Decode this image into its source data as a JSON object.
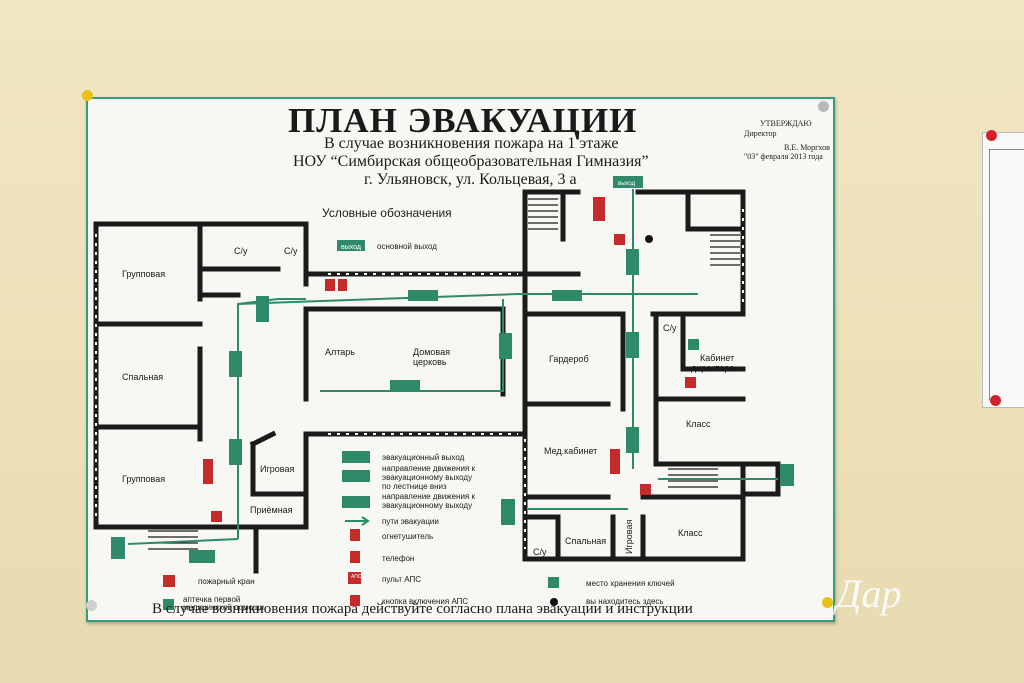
{
  "plan": {
    "title": "ПЛАН ЭВАКУАЦИИ",
    "subtitle1": "В случае возникновения пожара на 1 этаже",
    "subtitle2": "НОУ “Симбирская общеобразовательная Гимназия”",
    "subtitle3": "г. Ульяновск, ул. Кольцевая, 3 а",
    "approve": {
      "line1": "УТВЕРЖДАЮ",
      "line2": "Директор",
      "signer": "В.Е. Моргхов",
      "date": "\"03\" февраля 2013 года"
    },
    "legend_title": "Условные обозначения",
    "legend": {
      "main_exit_tag": "выход",
      "main_exit": "основной выход",
      "evac_exit": "эвакуационный выход",
      "dir_stairs": "направление движения к эвакуационному выходу по лестнице вниз",
      "dir_exit": "направление движения к эвакуационному выходу",
      "paths": "пути эвакуации",
      "extinguisher": "огнетушитель",
      "phone": "телефон",
      "aps_panel": "пульт АПС",
      "aps_button": "кнопка включения АПС",
      "hydrant": "пожарный кран",
      "first_aid": "аптечка первой медицинской помощи",
      "keys": "место хранения ключей",
      "you_here": "вы находитесь здесь",
      "aps_tag": "АПС",
      "exit_tag": "выход"
    },
    "rooms": {
      "su1": "С/у",
      "su2": "С/у",
      "group1": "Групповая",
      "bedroom1": "Спальная",
      "group2": "Групповая",
      "altar": "Алтарь",
      "church1": "Домовая",
      "church2": "церковь",
      "playroom": "Игровая",
      "reception": "Приёмная",
      "cloakroom": "Гардероб",
      "medical": "Мед.кабинет",
      "su3": "С/у",
      "director1": "Кабинет",
      "director2": "директора",
      "class1": "Класс",
      "su4": "С/у",
      "bedroom2": "Спальная",
      "playroom2": "Игровая",
      "class2": "Класс"
    },
    "footer": "В случае возникновения пожара действуйте согласно плана эвакуации и инструкции"
  },
  "watermark": "Дар",
  "colors": {
    "wall": "#efe4bf",
    "poster": "#f7f7f3",
    "evac_green": "#2f8a6a",
    "sign_red": "#c62b2b",
    "pin_red": "#d2232a",
    "pin_yellow": "#e8c21a"
  }
}
